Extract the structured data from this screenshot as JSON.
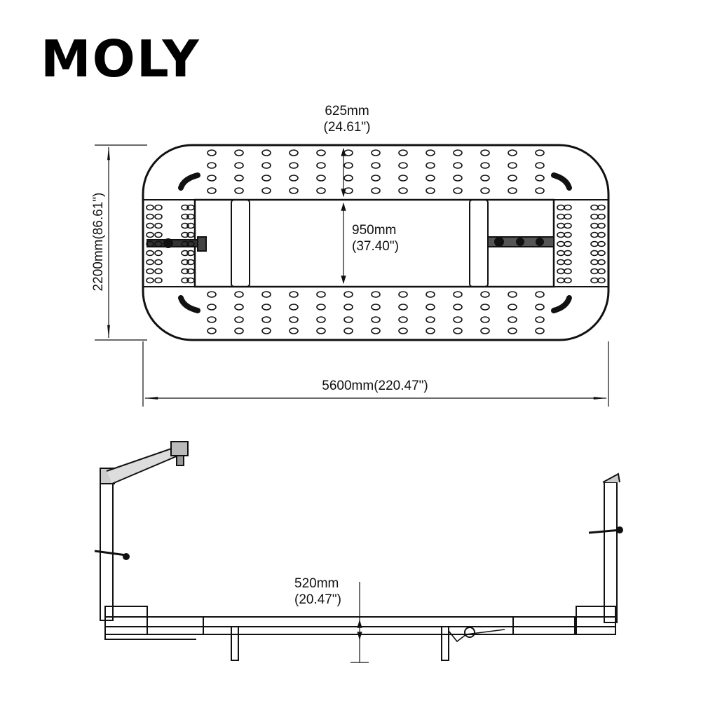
{
  "brand": "MOLY",
  "dimensions": {
    "top_width": {
      "mm": "625mm",
      "inch": "(24.61\")"
    },
    "channel_width": {
      "mm": "950mm",
      "inch": "(37.40\")"
    },
    "overall_width": "2200mm(86.61\")",
    "overall_length": "5600mm(220.47\")",
    "height": {
      "mm": "520mm",
      "inch": "(20.47\")"
    }
  },
  "colors": {
    "line": "#111111",
    "background": "#ffffff"
  }
}
